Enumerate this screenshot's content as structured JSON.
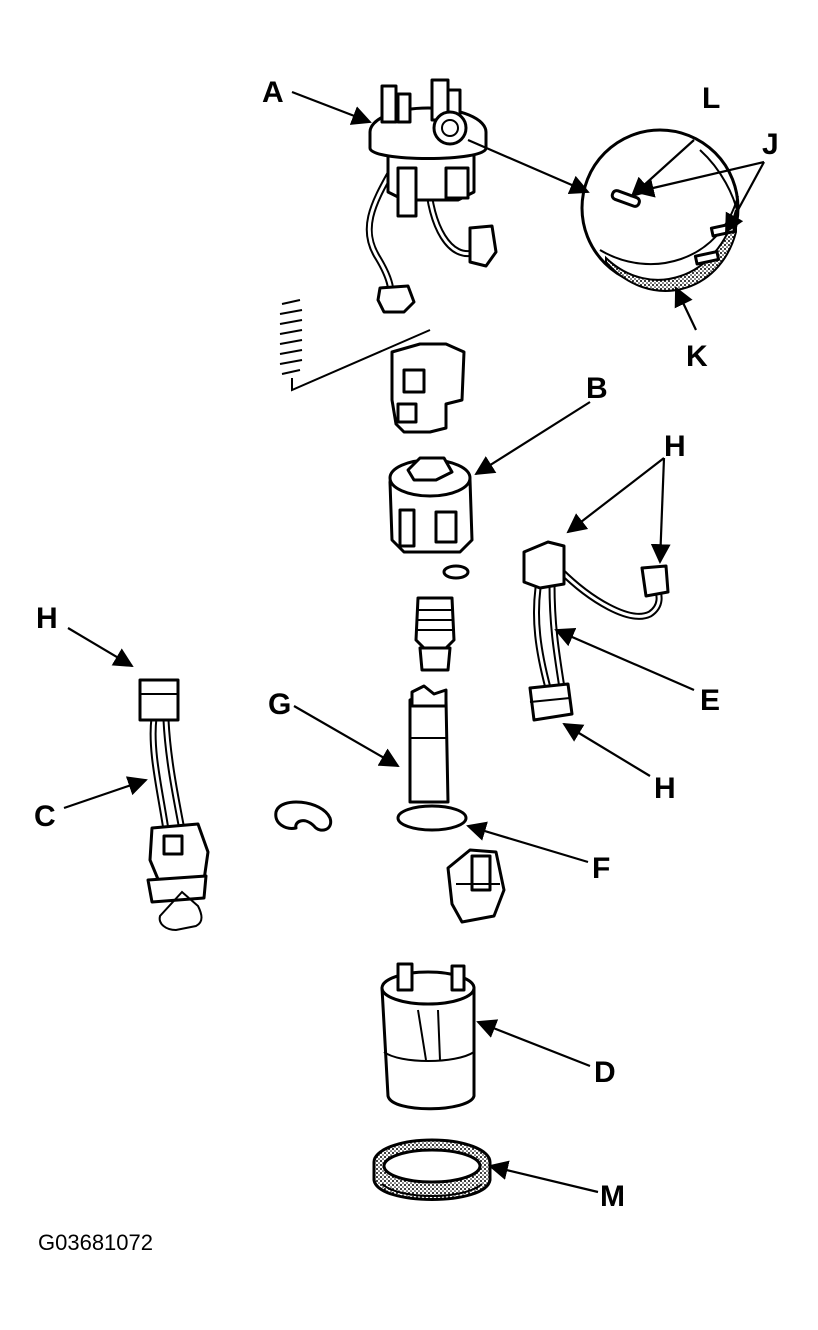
{
  "figure_id": "G03681072",
  "callouts": {
    "a": "A",
    "b": "B",
    "c": "C",
    "d": "D",
    "e": "E",
    "f": "F",
    "g": "G",
    "h": "H",
    "j": "J",
    "k": "K",
    "l": "L",
    "m": "M"
  }
}
